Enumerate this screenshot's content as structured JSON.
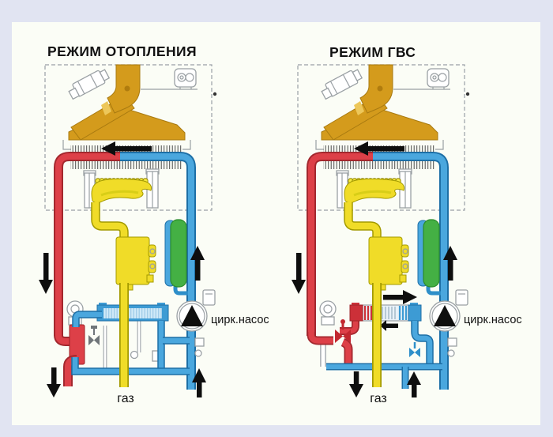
{
  "page": {
    "border_color": "#e1e4f2",
    "canvas_color": "#fbfdf6"
  },
  "colors": {
    "hot_water": "#dd4048",
    "cold_water": "#4aa7de",
    "gas_unit": "#f0dc28",
    "fan_flue": "#d49b1c",
    "expansion_tank": "#44b044",
    "arrow": "#0e0e0e",
    "outline_gray": "#9aa0a4"
  },
  "panels": [
    {
      "title": "РЕЖИМ ОТОПЛЕНИЯ",
      "pump_label": "цирк.насос",
      "gas_label": "газ",
      "mode": "heating"
    },
    {
      "title": "РЕЖИМ ГВС",
      "pump_label": "цирк.насос",
      "gas_label": "газ",
      "mode": "dhw"
    }
  ]
}
